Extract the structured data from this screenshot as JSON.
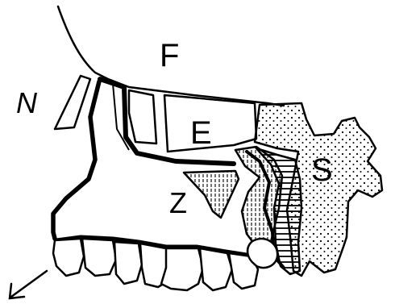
{
  "labels": {
    "frontal": "F",
    "nasal": "N",
    "ethmoid": "E",
    "zygomatic": "Z",
    "sphenoid": "S"
  },
  "colors": {
    "ink": "#000000",
    "paper": "#ffffff",
    "stipple": "#000000"
  }
}
